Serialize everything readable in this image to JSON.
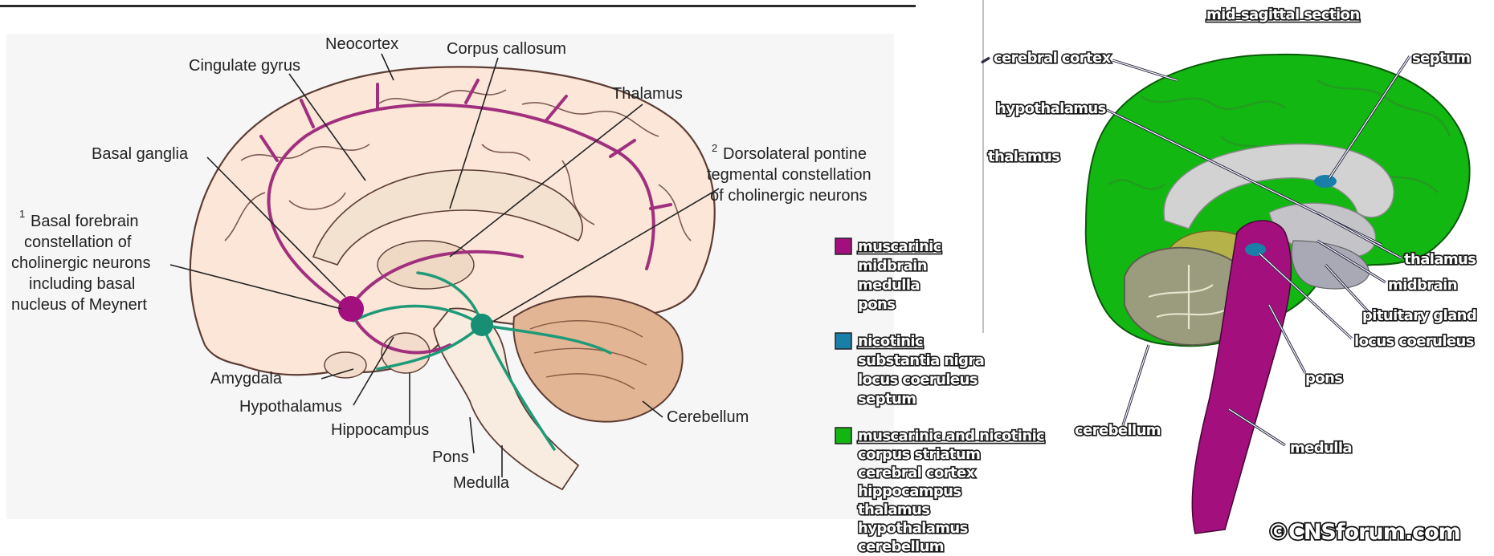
{
  "left_diagram": {
    "labels": {
      "neocortex": "Neocortex",
      "corpus_callosum": "Corpus callosum",
      "cingulate_gyrus": "Cingulate gyrus",
      "thalamus": "Thalamus",
      "basal_ganglia": "Basal ganglia",
      "dorsolateral_sup": "2",
      "dorsolateral_line1": "Dorsolateral pontine",
      "dorsolateral_line2": "tegmental constellation",
      "dorsolateral_line3": "of cholinergic neurons",
      "basal_forebrain_sup": "1",
      "basal_forebrain_line1": "Basal forebrain",
      "basal_forebrain_line2": "constellation of",
      "basal_forebrain_line3": "cholinergic neurons",
      "basal_forebrain_line4": "including basal",
      "basal_forebrain_line5": "nucleus of Meynert",
      "amygdala": "Amygdala",
      "hypothalamus": "Hypothalamus",
      "hippocampus": "Hippocampus",
      "pons": "Pons",
      "medulla": "Medulla",
      "cerebellum": "Cerebellum"
    }
  },
  "legend": {
    "groups": [
      {
        "color": "#a3107e",
        "title": "muscarinic",
        "items": [
          "midbrain",
          "medulla",
          "pons"
        ]
      },
      {
        "color": "#1a7fa8",
        "title": "nicotinic",
        "items": [
          "substantia nigra",
          "locus coeruleus",
          "septum"
        ]
      },
      {
        "color": "#13b513",
        "title": "muscarinic and nicotinic",
        "items": [
          "corpus striatum",
          "cerebral cortex",
          "hippocampus",
          "thalamus",
          "hypothalamus",
          "cerebellum"
        ]
      }
    ]
  },
  "right_diagram": {
    "title": "mid-sagittal section",
    "labels": {
      "cerebral_cortex": "cerebral cortex",
      "septum": "septum",
      "hypothalamus": "hypothalamus",
      "thalamus_left": "thalamus",
      "thalamus_right": "thalamus",
      "midbrain": "midbrain",
      "pituitary_gland": "pituitary gland",
      "locus_coeruleus": "locus coeruleus",
      "pons": "pons",
      "cerebellum": "cerebellum",
      "medulla": "medulla"
    },
    "copyright": "©CNSforum.com"
  }
}
